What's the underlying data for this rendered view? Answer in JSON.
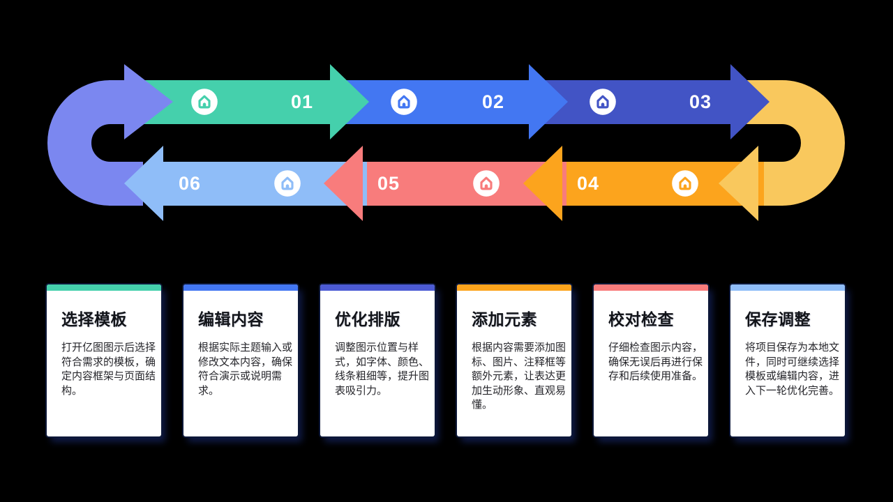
{
  "canvas": {
    "background": "#000000"
  },
  "flow": {
    "icon": "home-icon",
    "steps": [
      {
        "label": "01",
        "color": "#45D0AC"
      },
      {
        "label": "02",
        "color": "#4377F2"
      },
      {
        "label": "03",
        "color": "#4254C5"
      },
      {
        "label": "04",
        "color": "#FCA41D"
      },
      {
        "label": "05",
        "color": "#F87C7C"
      },
      {
        "label": "06",
        "color": "#8FBDF8"
      }
    ],
    "connectors": {
      "left": {
        "color": "#7B87F0"
      },
      "right": {
        "color": "#F9C85D"
      }
    }
  },
  "cards": [
    {
      "title": "选择模板",
      "accent": "#45D0AC",
      "body": "打开亿图图示后选择符合需求的模板，确定内容框架与页面结构。"
    },
    {
      "title": "编辑内容",
      "accent": "#4377F2",
      "body": "根据实际主题输入或修改文本内容，确保符合演示或说明需求。"
    },
    {
      "title": "优化排版",
      "accent": "#4C5BD4",
      "body": "调整图示位置与样式，如字体、颜色、线条粗细等，提升图表吸引力。"
    },
    {
      "title": "添加元素",
      "accent": "#FCA41D",
      "body": "根据内容需要添加图标、图片、注释框等额外元素，让表达更加生动形象、直观易懂。"
    },
    {
      "title": "校对检查",
      "accent": "#F87C7C",
      "body": "仔细检查图示内容，确保无误后再进行保存和后续使用准备。"
    },
    {
      "title": "保存调整",
      "accent": "#8FBDF8",
      "body": "将项目保存为本地文件，同时可继续选择模板或编辑内容，进入下一轮优化完善。"
    }
  ]
}
